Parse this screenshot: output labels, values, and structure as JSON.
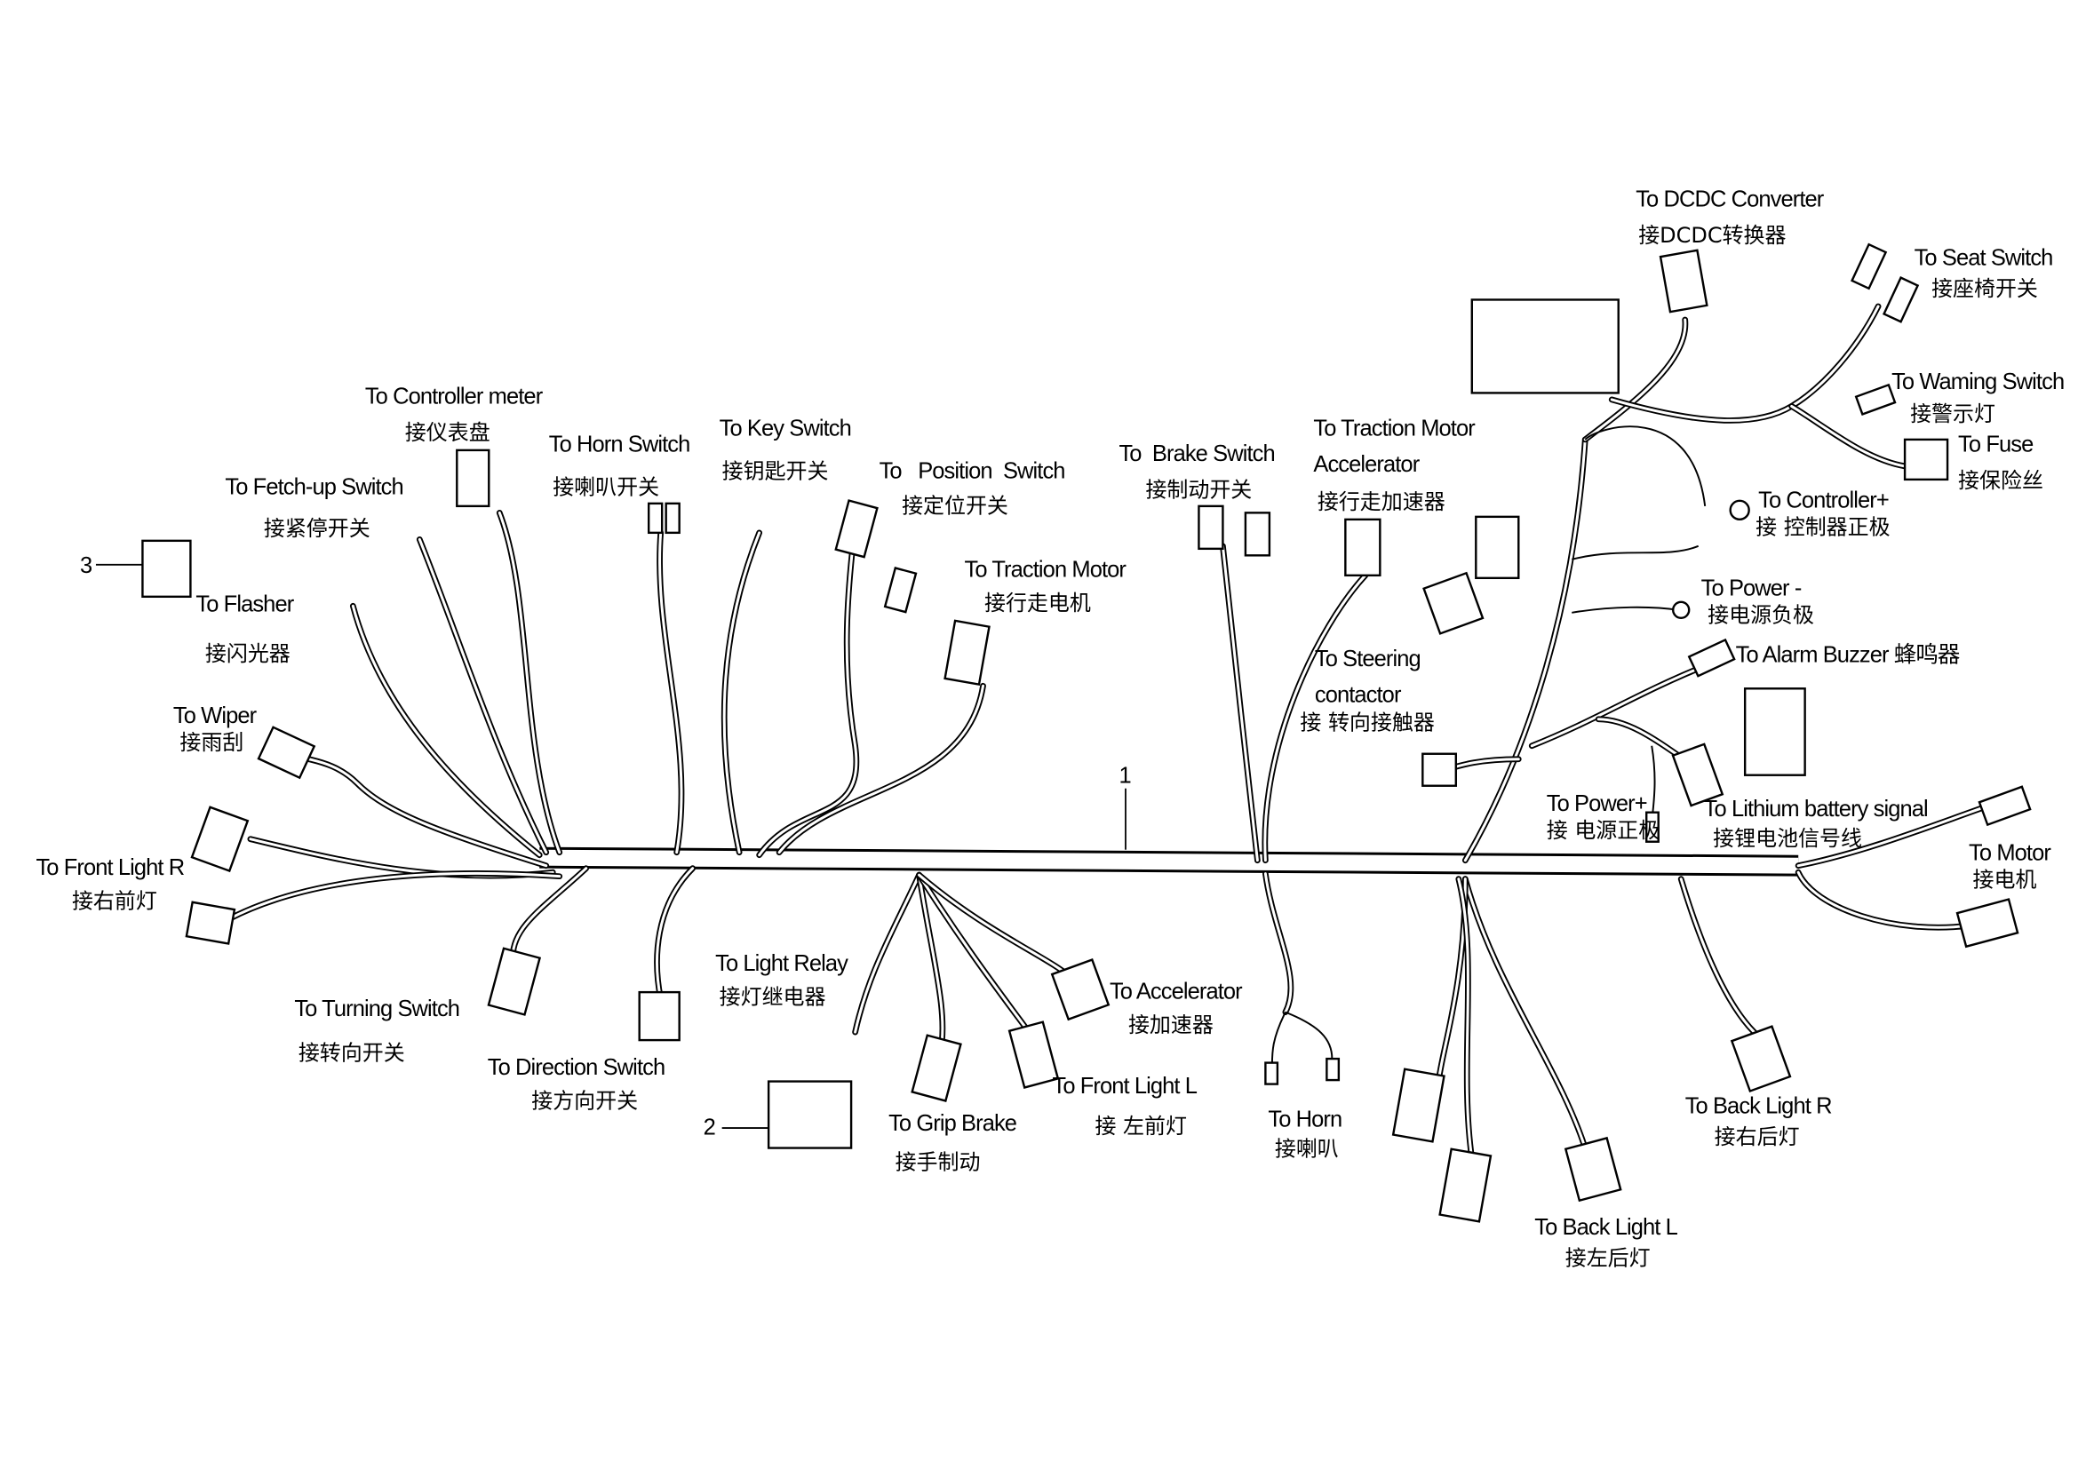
{
  "diagram": {
    "callouts": {
      "harness": "1",
      "relay": "2",
      "flasher": "3"
    },
    "labels": {
      "dcdc": {
        "en": "To DCDC Converter",
        "cn": "接DCDC转换器"
      },
      "seat_switch": {
        "en": "To Seat Switch",
        "cn": "接座椅开关"
      },
      "warning_switch": {
        "en": "To Waming Switch",
        "cn": "接警示灯"
      },
      "fuse": {
        "en": "To Fuse",
        "cn": "接保险丝"
      },
      "controller_plus": {
        "en": "To Controller+",
        "cn": "接 控制器正极"
      },
      "power_minus": {
        "en": "To Power -",
        "cn": "接电源负极"
      },
      "alarm_buzzer": {
        "en": "To Alarm Buzzer 蜂鸣器"
      },
      "steering": {
        "en1": "To Steering",
        "en2": "contactor",
        "cn": "接 转向接触器"
      },
      "power_plus": {
        "en": "To Power+",
        "cn": "接 电源正极"
      },
      "lithium": {
        "en": "To Lithium battery signal",
        "cn": "接锂电池信号线"
      },
      "motor": {
        "en": "To Motor",
        "cn": "接电机"
      },
      "back_light_r": {
        "en": "To Back Light R",
        "cn": "接右后灯"
      },
      "back_light_l": {
        "en": "To Back Light L",
        "cn": "接左后灯"
      },
      "horn": {
        "en": "To Horn",
        "cn": "接喇叭"
      },
      "accelerator": {
        "en": "To Accelerator",
        "cn": "接加速器"
      },
      "front_light_l": {
        "en": "To Front Light L",
        "cn": "接 左前灯"
      },
      "grip_brake": {
        "en": "To Grip Brake",
        "cn": "接手制动"
      },
      "light_relay": {
        "en": "To Light Relay",
        "cn": "接灯继电器"
      },
      "direction_switch": {
        "en": "To Direction Switch",
        "cn": "接方向开关"
      },
      "turning_switch": {
        "en": "To Turning Switch",
        "cn": "接转向开关"
      },
      "front_light_r": {
        "en": "To Front Light R",
        "cn": "接右前灯"
      },
      "wiper": {
        "en": "To  Wiper",
        "cn": "接雨刮"
      },
      "flasher": {
        "en": "To Flasher",
        "cn": "接闪光器"
      },
      "fetch_up": {
        "en": "To Fetch-up Switch",
        "cn": "接紧停开关"
      },
      "controller_meter": {
        "en": "To Controller meter",
        "cn": "接仪表盘"
      },
      "horn_switch": {
        "en": "To Horn Switch",
        "cn": "接喇叭开关"
      },
      "key_switch": {
        "en": "To Key Switch",
        "cn": "接钥匙开关"
      },
      "position_switch": {
        "en": "To   Position  Switch",
        "cn": "接定位开关"
      },
      "traction_motor": {
        "en": "To Traction Motor",
        "cn": "接行走电机"
      },
      "brake_switch": {
        "en": "To  Brake Switch",
        "cn": "接制动开关"
      },
      "traction_accel": {
        "en1": "To Traction Motor",
        "en2": "Accelerator",
        "cn": "接行走加速器"
      }
    }
  }
}
